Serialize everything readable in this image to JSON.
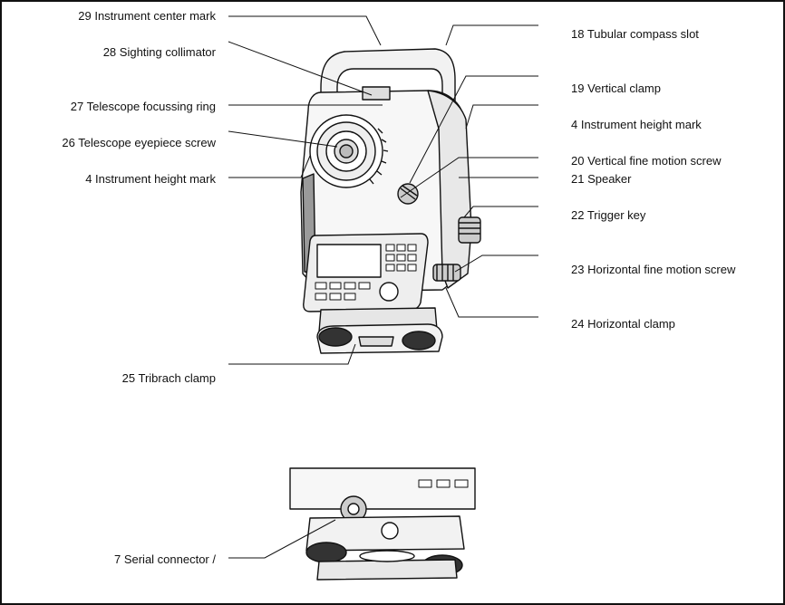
{
  "labels": {
    "l29": "29 Instrument center mark",
    "l28": "28 Sighting collimator",
    "l27": "27 Telescope focussing ring",
    "l26": "26 Telescope eyepiece screw",
    "l4a": "4 Instrument height mark",
    "l25": "25 Tribrach clamp",
    "l7": "7 Serial connector /",
    "r18": "18 Tubular compass slot",
    "r19": "19 Vertical clamp",
    "r4": "4 Instrument height mark",
    "r20": "20 Vertical fine motion screw",
    "r21": "21 Speaker",
    "r22": "22 Trigger key",
    "r23": "23 Horizontal fine motion screw",
    "r24": "24 Horizontal clamp"
  },
  "colors": {
    "line": "#111111",
    "body": "#f2f2f2",
    "shade": "#9a9a9a",
    "dark": "#333333"
  }
}
